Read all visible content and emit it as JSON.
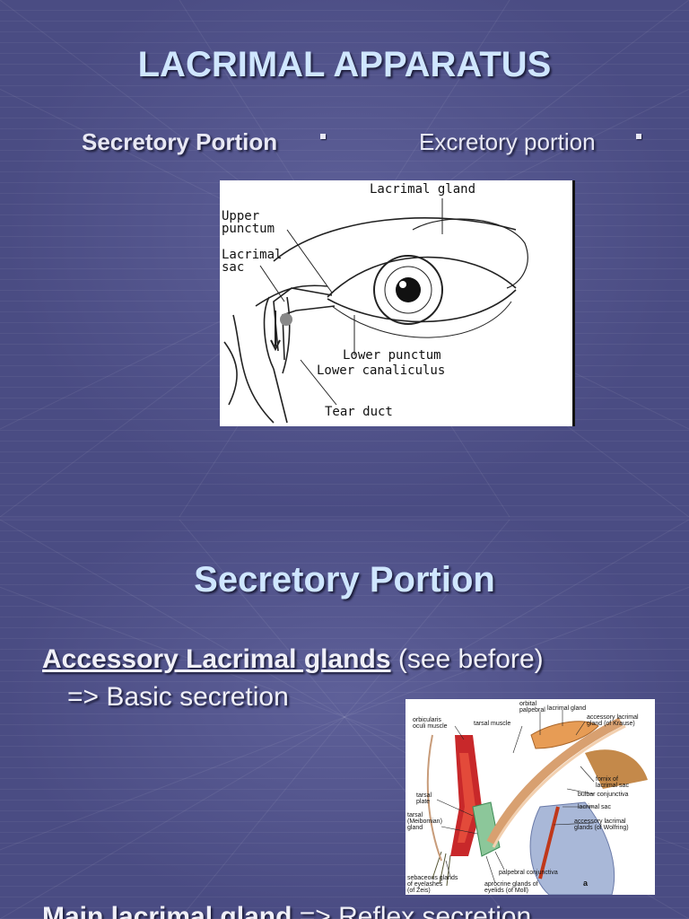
{
  "slide1": {
    "title": "LACRIMAL APPARATUS",
    "bullet_left": "Secretory Portion",
    "bullet_right": "Excretory portion",
    "figure": {
      "labels": {
        "lacrimal_gland": "Lacrimal gland",
        "upper_punctum": "Upper\npunctum",
        "lacrimal_sac": "Lacrimal\nsac",
        "lower_punctum": "Lower punctum",
        "lower_canaliculus": "Lower canaliculus",
        "tear_duct": "Tear duct"
      }
    }
  },
  "slide2": {
    "title": "Secretory Portion",
    "line1_bold": "Accessory Lacrimal glands",
    "line1_rest": " (see before)",
    "line2": "=> Basic secretion",
    "line3_bold": "Main lacrimal gland",
    "line3_rest": " => Reflex secretion",
    "figure": {
      "labels": {
        "orbital_palpebral": "orbital\npalpebral",
        "lacrimal_gland": "lacrimal gland",
        "accessory_krause": "accessory lacrimal\ngland (of Krause)",
        "orbicularis": "orbicularis\noculi muscle",
        "tarsal_muscle": "tarsal muscle",
        "fornix": "fornix of\nlacrimal sac",
        "bulbar": "bulbar conjunctiva",
        "lacrimal_sac": "lacrimal sac",
        "wolfring": "accessory lacrimal\nglands (of Wolfring)",
        "tarsal_plate": "tarsal\nplate",
        "meibomian": "tarsal\n(Meibomian)\ngland",
        "palpebral_conj": "palpebral conjunctiva",
        "sebaceous": "sebaceous glands\nof eyelashes\n(of Zeis)",
        "apocrine": "aprocrine glands of\neyelids (of Moll)",
        "panel_letter": "a"
      }
    }
  }
}
